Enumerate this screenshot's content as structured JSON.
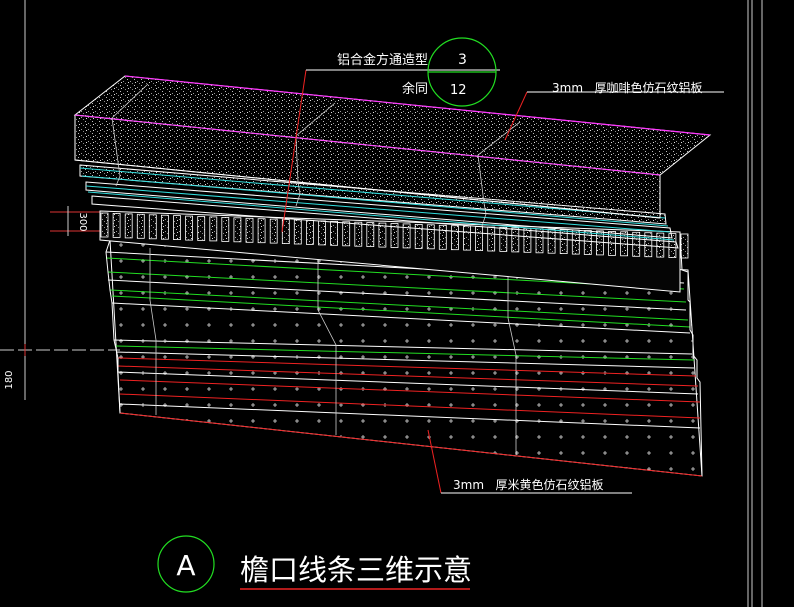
{
  "callout_top": {
    "material_label": "铝合金方通造型",
    "bubble_top": "3",
    "same_label": "余同",
    "bubble_bottom": "12",
    "panel_note": "3mm   厚咖啡色仿石纹铝板"
  },
  "callout_bottom": {
    "panel_note": "3mm   厚米黄色仿石纹铝板"
  },
  "dimensions": {
    "small": "300",
    "large": "180"
  },
  "title_block": {
    "detail_letter": "A",
    "title": "檐口线条三维示意"
  },
  "colors": {
    "background": "#000000",
    "outline": "#ffffff",
    "top_edge": "#ff33ff",
    "cyan_band": "#33dddd",
    "green_band": "#22dd22",
    "red_band": "#ee2222",
    "leader": "#ee2222",
    "bubble": "#22dd22",
    "frame": "#cccccc",
    "title_underline": "#ee2222"
  }
}
